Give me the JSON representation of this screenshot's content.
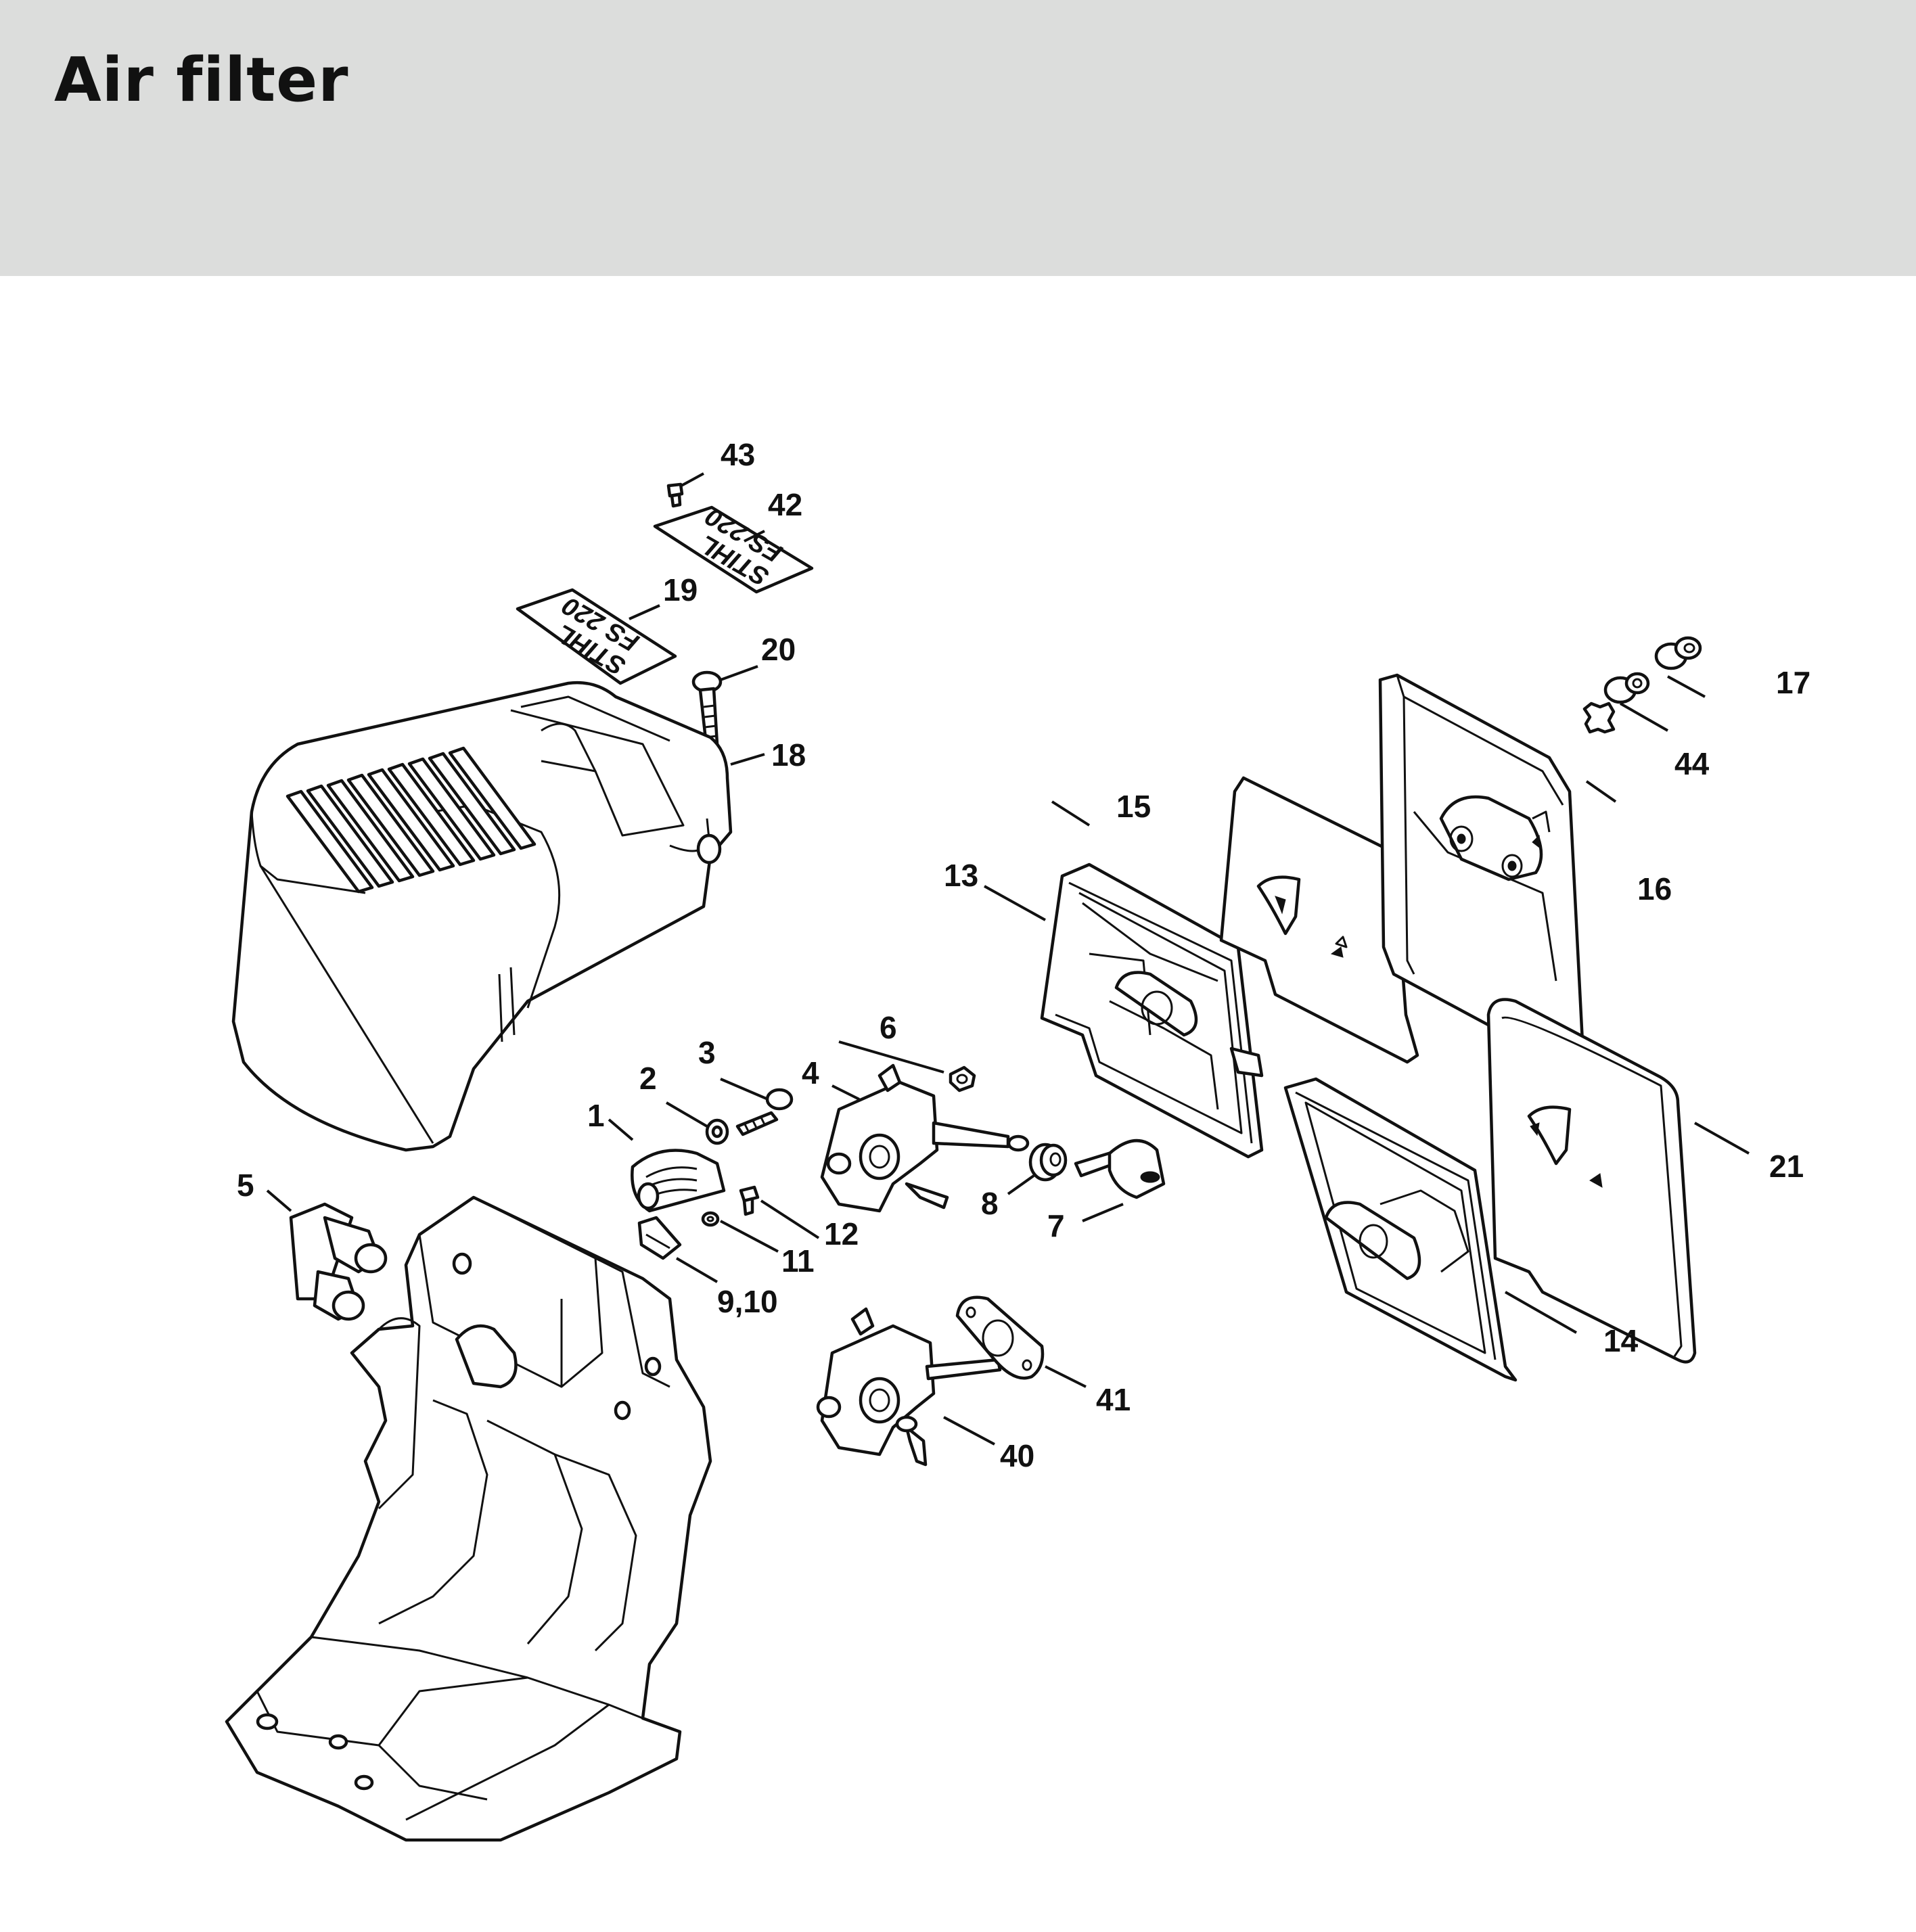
{
  "header": {
    "title": "Air filter",
    "background_color": "#dcdddc"
  },
  "decal_text": {
    "line1": "STIHL",
    "line2": "FS 220"
  },
  "callouts": [
    {
      "key": "c1",
      "label": "1"
    },
    {
      "key": "c2",
      "label": "2"
    },
    {
      "key": "c3",
      "label": "3"
    },
    {
      "key": "c4",
      "label": "4"
    },
    {
      "key": "c5",
      "label": "5"
    },
    {
      "key": "c6",
      "label": "6"
    },
    {
      "key": "c7",
      "label": "7"
    },
    {
      "key": "c8",
      "label": "8"
    },
    {
      "key": "c9_10",
      "label": "9,10"
    },
    {
      "key": "c11",
      "label": "11"
    },
    {
      "key": "c12",
      "label": "12"
    },
    {
      "key": "c13",
      "label": "13"
    },
    {
      "key": "c14",
      "label": "14"
    },
    {
      "key": "c15",
      "label": "15"
    },
    {
      "key": "c16",
      "label": "16"
    },
    {
      "key": "c17",
      "label": "17"
    },
    {
      "key": "c18",
      "label": "18"
    },
    {
      "key": "c19",
      "label": "19"
    },
    {
      "key": "c20",
      "label": "20"
    },
    {
      "key": "c21",
      "label": "21"
    },
    {
      "key": "c40",
      "label": "40"
    },
    {
      "key": "c41",
      "label": "41"
    },
    {
      "key": "c42",
      "label": "42"
    },
    {
      "key": "c43",
      "label": "43"
    },
    {
      "key": "c44",
      "label": "44"
    }
  ]
}
